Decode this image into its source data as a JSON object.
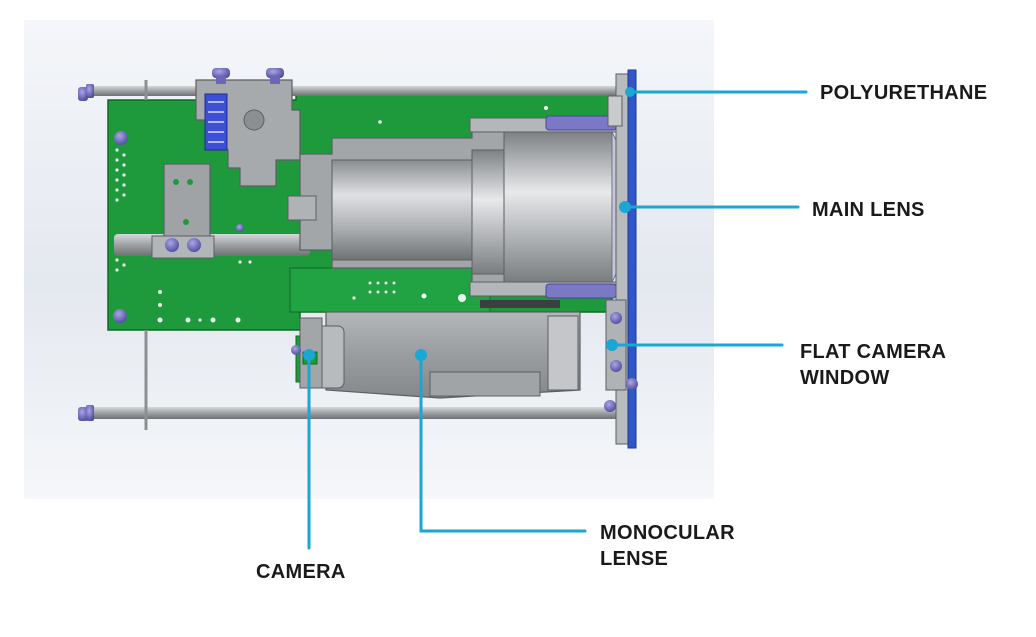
{
  "colors": {
    "callout_line": "#1aa7d3",
    "pcb_green": "#1e9a3c",
    "metal_gray": "#9a9c9e",
    "screw_purple": "#6b66b8",
    "window_blue": "#2f57c7",
    "background_panel": "#eef1f6"
  },
  "labels": {
    "polyurethane": "POLYURETHANE",
    "main_lens": "MAIN LENS",
    "flat_camera_window_line1": "FLAT CAMERA",
    "flat_camera_window_line2": "WINDOW",
    "monocular_lense_line1": "MONOCULAR",
    "monocular_lense_line2": "LENSE",
    "camera": "CAMERA"
  }
}
